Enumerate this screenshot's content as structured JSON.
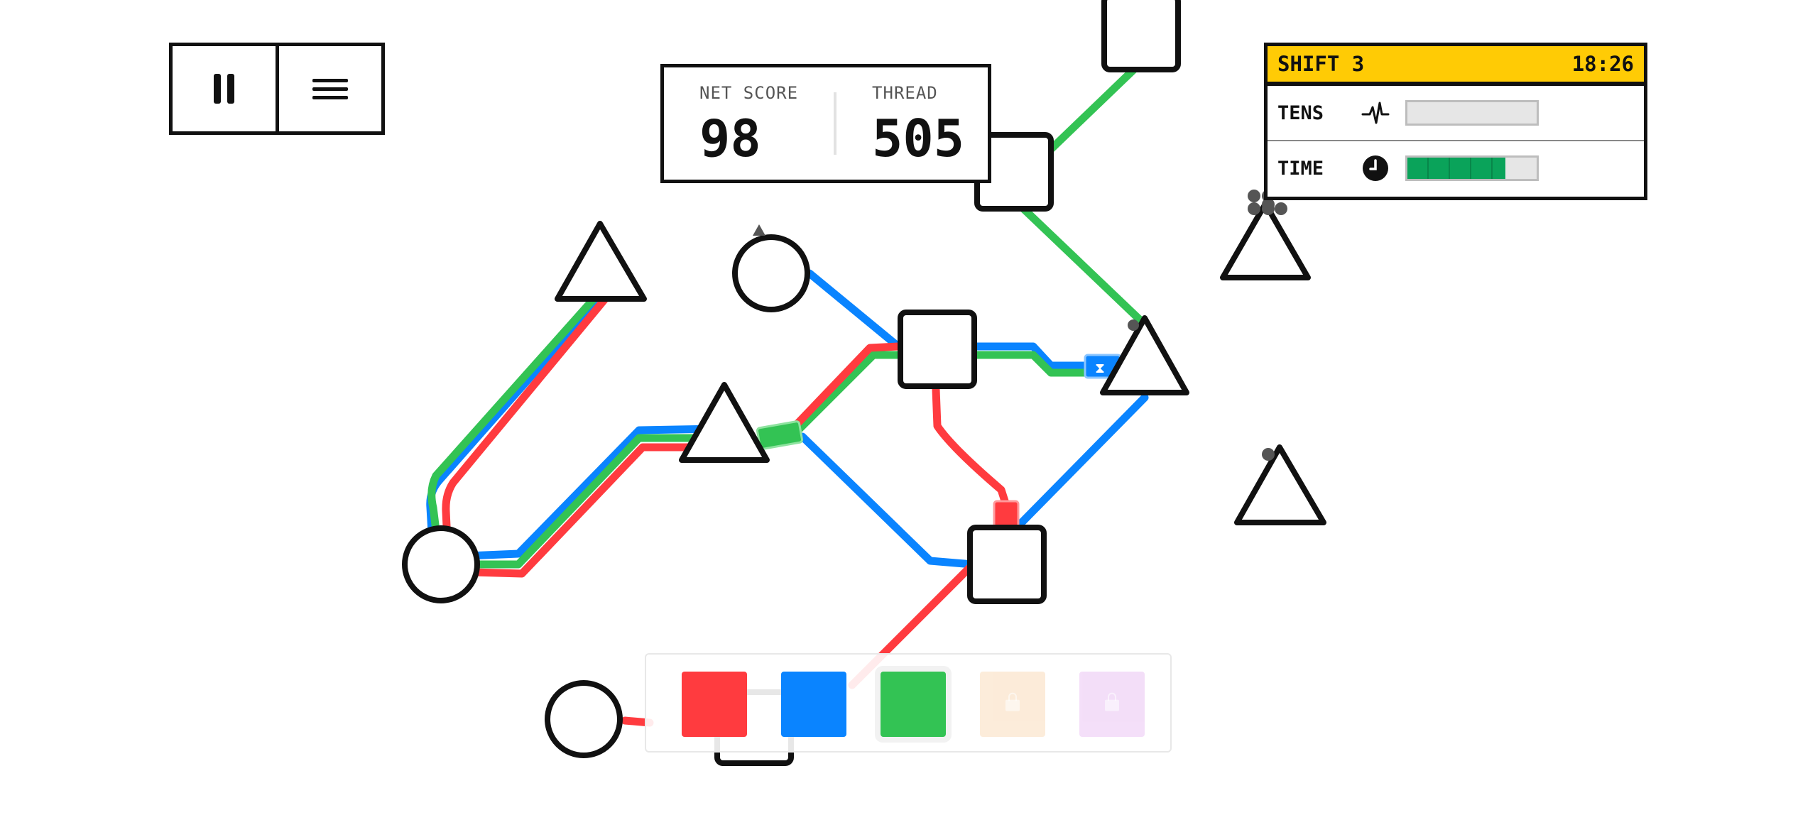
{
  "controls": {
    "pause": "pause-icon",
    "menu": "menu-icon"
  },
  "score": {
    "net_label": "NET SCORE",
    "net_value": "98",
    "thread_label": "THREAD",
    "thread_value": "505"
  },
  "shift": {
    "title": "SHIFT 3",
    "clock": "18:26",
    "header_color": "#ffcb05",
    "tension": {
      "label": "TENS",
      "icon": "heartbeat-icon",
      "fill_fraction": 0
    },
    "time": {
      "label": "TIME",
      "icon": "clock-icon",
      "fill_fraction": 0.76
    }
  },
  "lines": [
    {
      "name": "red",
      "color": "#ff3b3f",
      "locked": false,
      "selected": false
    },
    {
      "name": "blue",
      "color": "#0a84ff",
      "locked": false,
      "selected": false
    },
    {
      "name": "green",
      "color": "#33c354",
      "locked": false,
      "selected": true
    },
    {
      "name": "orange",
      "color": "#f5b97a",
      "locked": true,
      "selected": false
    },
    {
      "name": "purple",
      "color": "#d68be8",
      "locked": true,
      "selected": false
    }
  ],
  "stations": [
    {
      "shape": "triangle",
      "passengers": 0
    },
    {
      "shape": "circle",
      "passengers": 1
    },
    {
      "shape": "square",
      "passengers": 0
    },
    {
      "shape": "square",
      "passengers": 0
    },
    {
      "shape": "triangle",
      "passengers": 1
    },
    {
      "shape": "triangle",
      "passengers": 6
    },
    {
      "shape": "triangle",
      "passengers": 0
    },
    {
      "shape": "square",
      "passengers": 0
    },
    {
      "shape": "circle",
      "passengers": 0
    },
    {
      "shape": "square",
      "passengers": 0
    },
    {
      "shape": "triangle",
      "passengers": 1
    },
    {
      "shape": "circle",
      "passengers": 0
    },
    {
      "shape": "square",
      "passengers": 0
    }
  ],
  "trains": [
    {
      "line": "green"
    },
    {
      "line": "red"
    },
    {
      "line": "blue"
    }
  ]
}
